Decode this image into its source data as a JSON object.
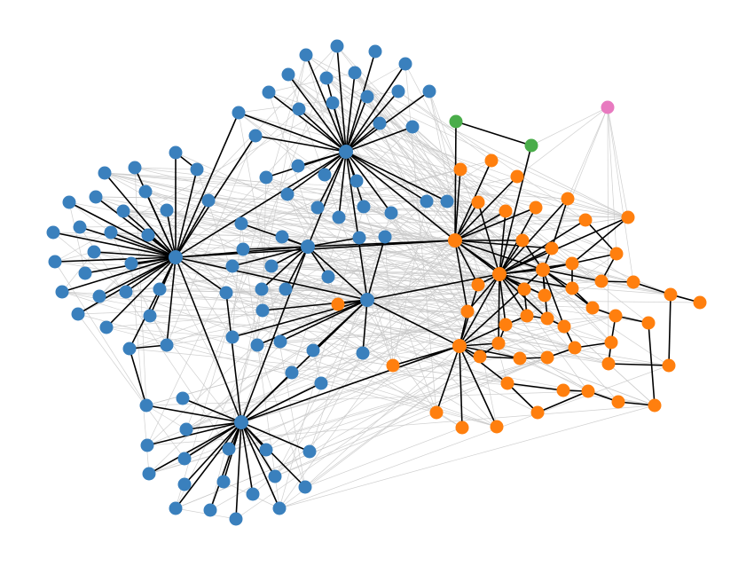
{
  "colors": {
    "group_blue": "#3a80bd",
    "group_orange": "#ff7f0e",
    "group_green": "#4aad4a",
    "group_pink": "#e87ac0",
    "strong_edge": "#000000",
    "weak_edge": "#c8c8c8"
  },
  "graph": {
    "type": "network",
    "node_count": 165,
    "groups": [
      {
        "color": "blue",
        "members": 100
      },
      {
        "color": "orange",
        "members": 61
      },
      {
        "color": "green",
        "members": 2
      },
      {
        "color": "pink",
        "members": 1
      }
    ]
  }
}
